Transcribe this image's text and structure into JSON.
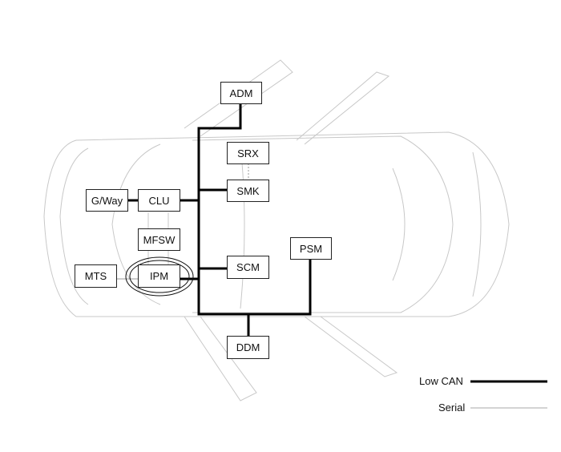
{
  "modules": {
    "adm": "ADM",
    "srx": "SRX",
    "smk": "SMK",
    "gway": "G/Way",
    "clu": "CLU",
    "mfsw": "MFSW",
    "mts": "MTS",
    "ipm": "IPM",
    "scm": "SCM",
    "psm": "PSM",
    "ddm": "DDM"
  },
  "legend": {
    "low_can": "Low CAN",
    "serial": "Serial"
  },
  "colors": {
    "low_can": "#000000",
    "serial": "#aaaaaa",
    "car_outline": "#c8c8c8"
  }
}
